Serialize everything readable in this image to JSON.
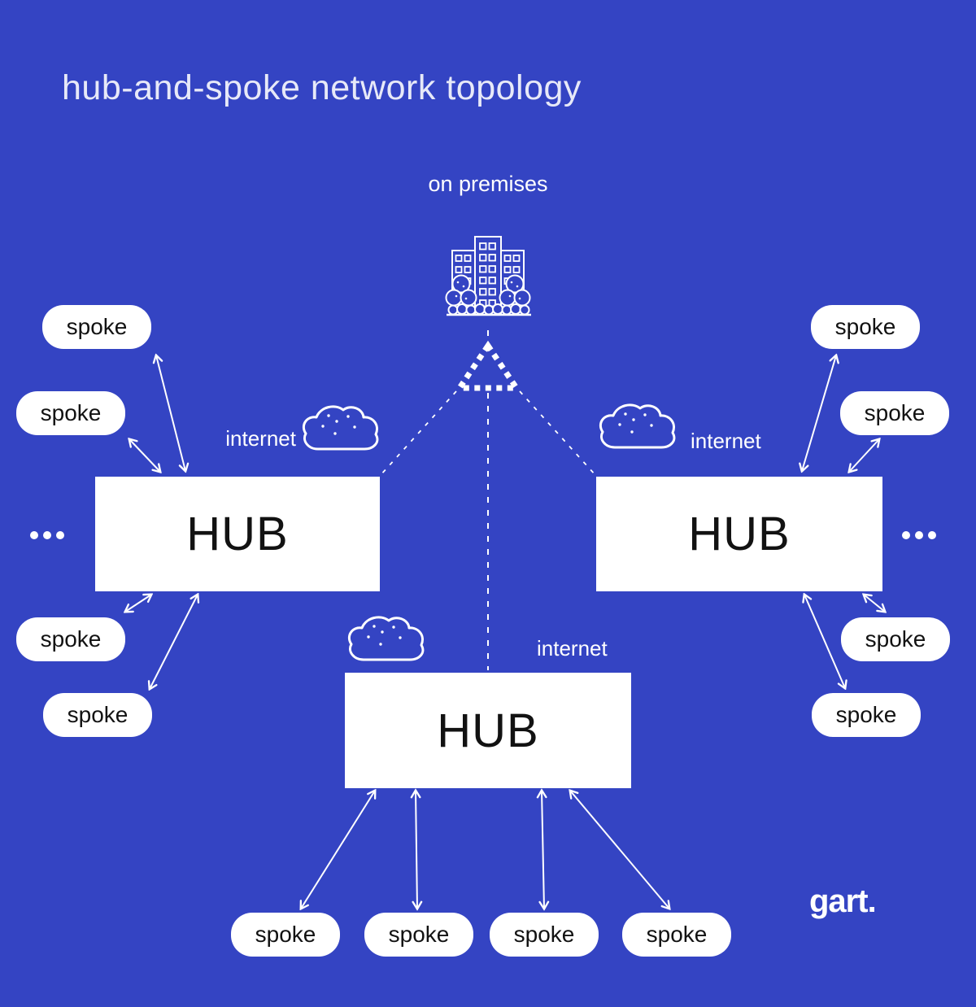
{
  "title": "hub-and-spoke network topology",
  "labels": {
    "on_premises": "on premises"
  },
  "internet_labels": [
    "internet",
    "internet",
    "internet"
  ],
  "hubs": [
    {
      "id": "hub-left",
      "label": "HUB"
    },
    {
      "id": "hub-right",
      "label": "HUB"
    },
    {
      "id": "hub-center",
      "label": "HUB"
    }
  ],
  "spokes": [
    {
      "label": "spoke"
    },
    {
      "label": "spoke"
    },
    {
      "label": "spoke"
    },
    {
      "label": "spoke"
    },
    {
      "label": "spoke"
    },
    {
      "label": "spoke"
    },
    {
      "label": "spoke"
    },
    {
      "label": "spoke"
    },
    {
      "label": "spoke"
    },
    {
      "label": "spoke"
    },
    {
      "label": "spoke"
    },
    {
      "label": "spoke"
    }
  ],
  "logo": {
    "text": "gart."
  },
  "icons": {
    "building": "office-building-with-trees",
    "cloud": "internet-cloud",
    "triangle": "dotted-triangle-connector",
    "ellipsis": "more-hubs-dots"
  },
  "colors": {
    "background": "#3444C3",
    "surface": "#FFFFFF",
    "line": "#FFFFFF",
    "text_dark": "#121212",
    "title_text": "#E7E9F8"
  }
}
